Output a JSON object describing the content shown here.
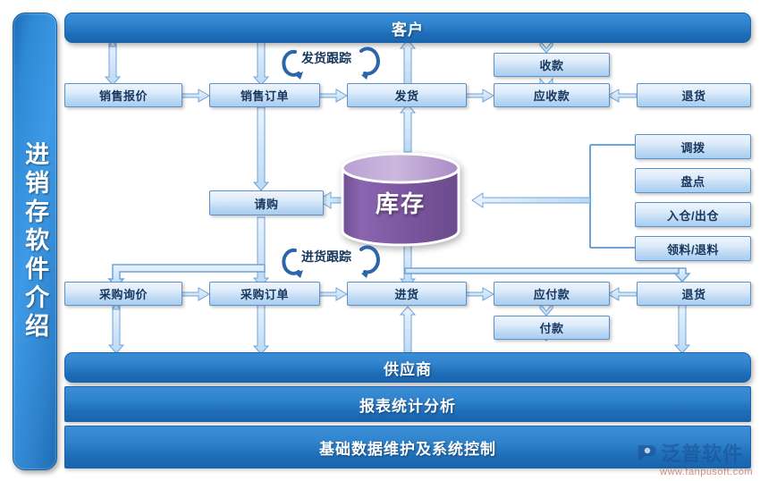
{
  "diagram": {
    "title_vertical": "进销存软件介绍",
    "top_banner": "客户",
    "bottom_banners": [
      "供应商",
      "报表统计分析",
      "基础数据维护及系统控制"
    ],
    "inventory": {
      "label": "库存",
      "color": "#8a63ae"
    },
    "sales_row": [
      "销售报价",
      "销售订单",
      "发货",
      "应收款",
      "退货"
    ],
    "purchase_row": [
      "采购询价",
      "采购订单",
      "进货",
      "应付款",
      "退货"
    ],
    "receipt_box": "收款",
    "payment_box": "付款",
    "request_box": "请购",
    "warehouse_ops": [
      "调拨",
      "盘点",
      "入仓/出仓",
      "领料/退料"
    ],
    "loop_labels": [
      "发货跟踪",
      "进货跟踪"
    ],
    "accent_blue": "#2f83cd",
    "node_border": "#5b90c8",
    "text_navy": "#16365c"
  },
  "watermark": {
    "brand": "泛普软件",
    "url": "www.fanpusoft.com"
  }
}
